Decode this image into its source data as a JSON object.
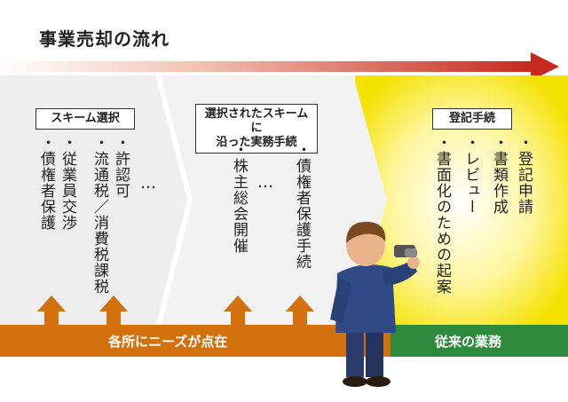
{
  "title": "事業売却の流れ",
  "phases": [
    {
      "label": "スキーム選択",
      "items": [
        "許認可",
        "流通税／消費税課税",
        "従業員交渉",
        "債権者保護"
      ],
      "ellipsis": "…"
    },
    {
      "label_lines": [
        "選択されたスキームに",
        "沿った実務手続"
      ],
      "items": [
        "債権者保護手続",
        "株主総会開催"
      ],
      "ellipsis": "…"
    },
    {
      "label": "登記手続",
      "items": [
        "登記申請",
        "書類作成",
        "レビュー",
        "書面化のための起案"
      ]
    }
  ],
  "bottom_bars": {
    "left": "各所にニーズが点在",
    "right": "従来の業務"
  },
  "colors": {
    "arrow": "#c0392b",
    "orange": "#d4710f",
    "green": "#2e8b3d",
    "highlight": "#f7e600"
  }
}
